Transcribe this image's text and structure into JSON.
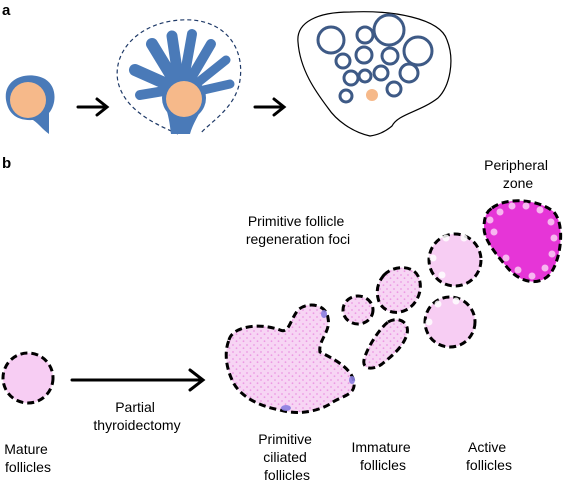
{
  "panel_a": {
    "letter": "a",
    "colors": {
      "epithelium": "#4a7ab8",
      "bud_core": "#f6b98a",
      "follicle_ring": "#3e5a86",
      "outline": "#1f3a68"
    }
  },
  "panel_b": {
    "letter": "b",
    "arrow_label": {
      "line1": "Partial",
      "line2": "thyroidectomy"
    },
    "labels": {
      "mature": [
        "Mature",
        "follicles"
      ],
      "primitive_ciliated": [
        "Primitive",
        "ciliated",
        "follicles"
      ],
      "immature": [
        "Immature",
        "follicles"
      ],
      "active": [
        "Active",
        "follicles"
      ],
      "regeneration_foci": [
        "Primitive follicle",
        "regeneration foci"
      ],
      "peripheral_zone": [
        "Peripheral",
        "zone"
      ]
    },
    "colors": {
      "light_pink": "#f7cdf3",
      "medium_pink": "#f3a8ee",
      "magenta": "#e635d7",
      "cell_dots": "#f08ae6",
      "cilia": "#8b7fe0",
      "dashed_border": "#000000"
    }
  }
}
